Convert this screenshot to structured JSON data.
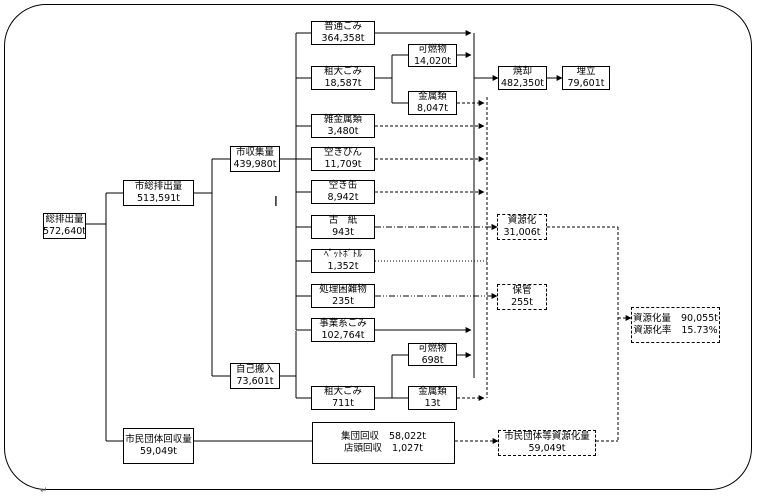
{
  "nodes": {
    "total": {
      "label": "総排出量",
      "value": "572,640t"
    },
    "city_total": {
      "label": "市総排出量",
      "value": "513,591t"
    },
    "city_collect": {
      "label": "市収集量",
      "value": "439,980t"
    },
    "self_carry": {
      "label": "自己搬入",
      "value": "73,601t"
    },
    "citizen_collect": {
      "label": "市民団体回収量",
      "value": "59,049t"
    },
    "normal_waste": {
      "label": "普通ごみ",
      "value": "364,358t"
    },
    "bulky_waste": {
      "label": "粗大ごみ",
      "value": "18,587t"
    },
    "combustible_1": {
      "label": "可燃物",
      "value": "14,020t"
    },
    "metal_1": {
      "label": "金属類",
      "value": "8,047t"
    },
    "misc_metal": {
      "label": "雑金属類",
      "value": "3,480t"
    },
    "empty_bottle": {
      "label": "空きびん",
      "value": "11,709t"
    },
    "empty_can": {
      "label": "空き缶",
      "value": "8,942t"
    },
    "used_paper": {
      "label": "古　紙",
      "value": "943t"
    },
    "pet_bottle": {
      "label": "ﾍﾟｯﾄﾎﾞﾄﾙ",
      "value": "1,352t"
    },
    "hard_to_treat": {
      "label": "処理困難物",
      "value": "235t"
    },
    "business_waste": {
      "label": "事業系ごみ",
      "value": "102,764t"
    },
    "combustible_2": {
      "label": "可燃物",
      "value": "698t"
    },
    "bulky_waste_2": {
      "label": "粗大ごみ",
      "value": "711t"
    },
    "metal_2": {
      "label": "金属類",
      "value": "13t"
    },
    "incineration": {
      "label": "焼却",
      "value": "482,350t"
    },
    "landfill": {
      "label": "埋立",
      "value": "79,601t"
    },
    "recycling": {
      "label": "資源化",
      "value": "31,006t"
    },
    "storage": {
      "label": "保管",
      "value": "255t"
    },
    "recycle_rate": {
      "amount_label": "資源化量",
      "amount_value": "90,055t",
      "rate_label": "資源化率",
      "rate_value": "15.73%"
    },
    "group_collect": {
      "group_label": "集団回収",
      "group_value": "58,022t",
      "store_label": "店頭回収",
      "store_value": "1,027t"
    },
    "citizen_recycle": {
      "label": "市民団体等資源化量",
      "value": "59,049t"
    }
  },
  "colors": {
    "line": "#000000",
    "background": "#ffffff"
  },
  "icons": {
    "cursor": "text-cursor-icon",
    "paragraph": "paragraph-mark-icon"
  },
  "glyphs": {
    "cursor": "I",
    "paragraph": "↵"
  }
}
